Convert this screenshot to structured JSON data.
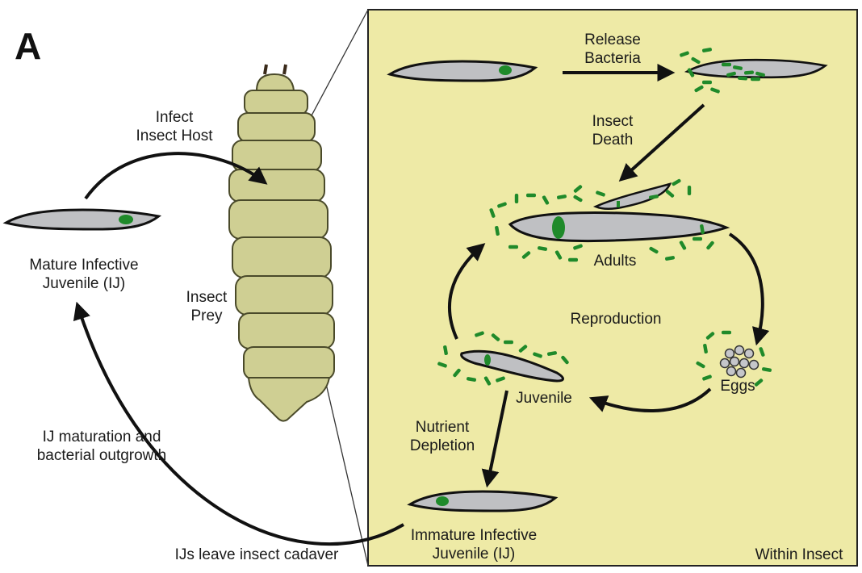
{
  "panel_label": "A",
  "labels": {
    "infect_host": [
      "Infect",
      "Insect Host"
    ],
    "mature_ij": [
      "Mature Infective",
      "Juvenile (IJ)"
    ],
    "insect_prey": [
      "Insect",
      "Prey"
    ],
    "ij_maturation": [
      "IJ maturation and",
      "bacterial outgrowth"
    ],
    "ijs_leave": "IJs leave insect cadaver",
    "release_bacteria": [
      "Release",
      "Bacteria"
    ],
    "insect_death": [
      "Insect",
      "Death"
    ],
    "adults": "Adults",
    "reproduction": "Reproduction",
    "eggs": "Eggs",
    "juvenile": "Juvenile",
    "nutrient_depletion": [
      "Nutrient",
      "Depletion"
    ],
    "immature_ij": [
      "Immature Infective",
      "Juvenile (IJ)"
    ],
    "within_insect": "Within Insect"
  },
  "colors": {
    "within_insect_bg": "#eeeaa6",
    "larva_fill": "#cfcf93",
    "larva_stroke": "#4a4a2a",
    "nematode_fill": "#bfc0c3",
    "bacteria": "#1f8a2a",
    "arrow": "#111111"
  }
}
